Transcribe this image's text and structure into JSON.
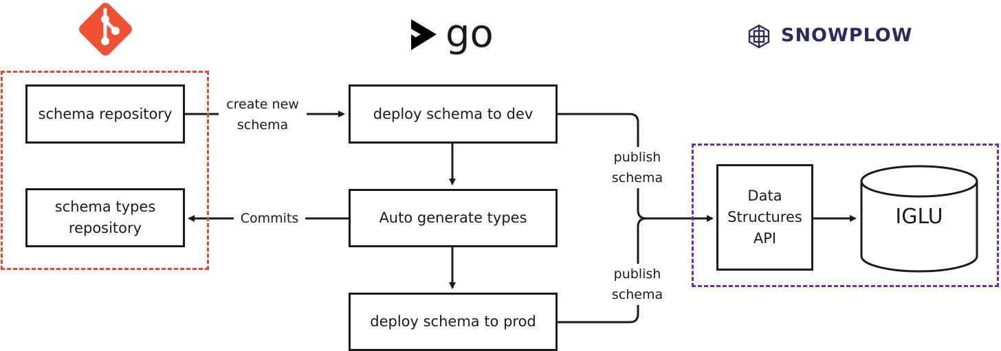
{
  "colors": {
    "git": "#f05133",
    "go_dark": "#000000",
    "snowplow": "#2b2a5e",
    "git_group_border": "#e8472b",
    "snowplow_group_border": "#6a2fb0",
    "stroke": "#1a1a1a"
  },
  "logos": {
    "git": {
      "icon": "git-icon"
    },
    "go": {
      "icon": "go-play-icon",
      "text": "go"
    },
    "snowplow": {
      "icon": "snowplow-hex-icon",
      "text": "SNOWPLOW"
    }
  },
  "boxes": {
    "schema_repository": "schema repository",
    "schema_types_line1": "schema types",
    "schema_types_line2": "repository",
    "deploy_dev": "deploy schema to dev",
    "auto_generate": "Auto generate types",
    "deploy_prod": "deploy schema to prod",
    "data_structures_line1": "Data",
    "data_structures_line2": "Structures",
    "data_structures_line3": "API",
    "iglu": "IGLU"
  },
  "edges": {
    "create_new_line1": "create new",
    "create_new_line2": "schema",
    "commits": "Commits",
    "publish_top_line1": "publish",
    "publish_top_line2": "schema",
    "publish_bottom_line1": "publish",
    "publish_bottom_line2": "schema"
  }
}
